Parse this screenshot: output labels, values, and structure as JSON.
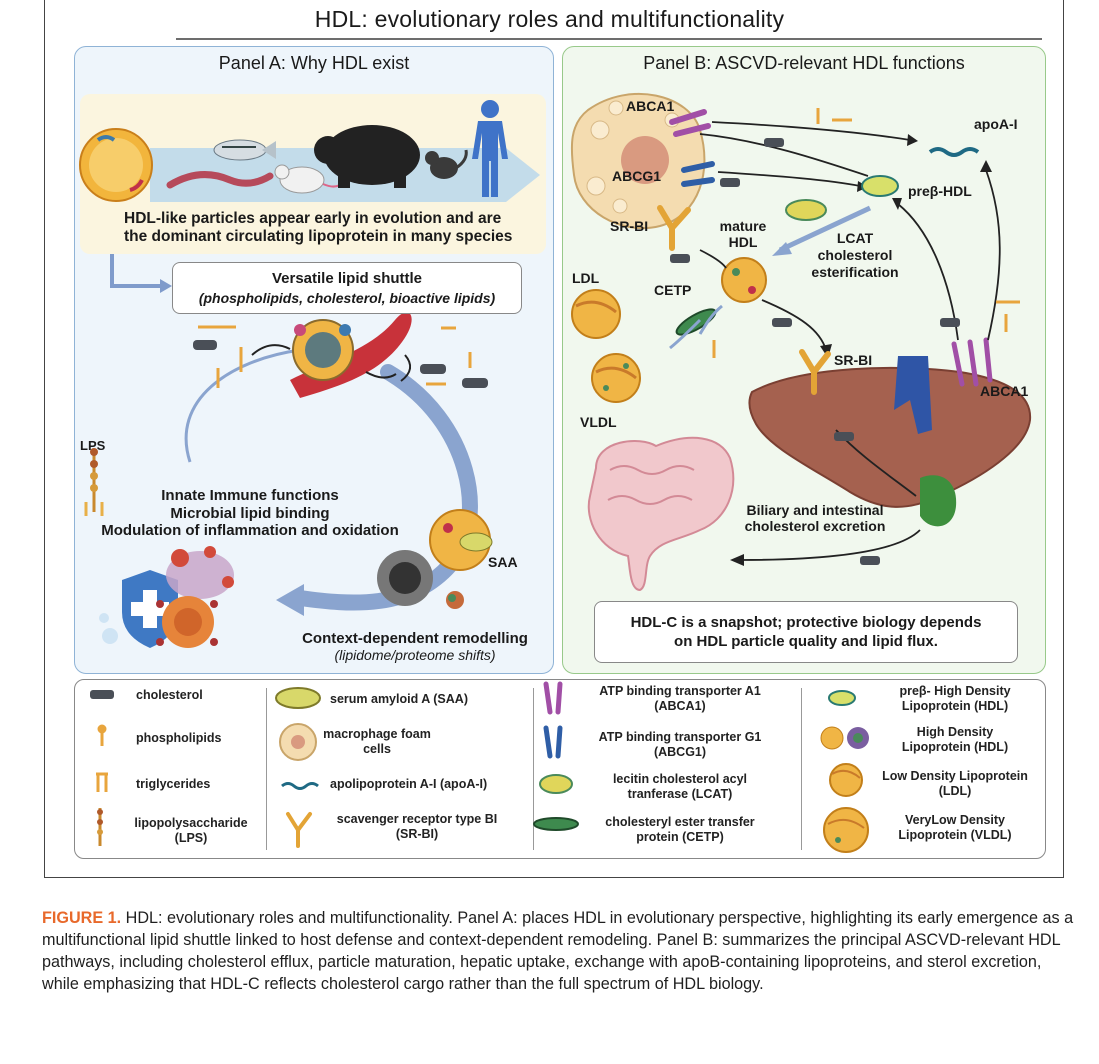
{
  "title": "HDL: evolutionary roles and multifunctionality",
  "panel_a": {
    "title": "Panel A: Why HDL exist",
    "banner_text_1": "HDL-like particles appear early in evolution and are",
    "banner_text_2": "the dominant circulating lipoprotein in many species",
    "shuttle_title": "Versatile lipid shuttle",
    "shuttle_sub": "(phospholipids, cholesterol, bioactive lipids)",
    "lps_label": "LPS",
    "immune_1": "Innate Immune functions",
    "immune_2": "Microbial lipid binding",
    "immune_3": "Modulation of inflammation and oxidation",
    "saa_label": "SAA",
    "remodel_title": "Context-dependent remodelling",
    "remodel_sub": "(lipidome/proteome shifts)"
  },
  "panel_b": {
    "title": "Panel B: ASCVD-relevant HDL functions",
    "abca1_top": "ABCA1",
    "abcg1": "ABCG1",
    "srbi_left": "SR-BI",
    "apoa1": "apoA-I",
    "prebeta": "preβ-HDL",
    "mature_1": "mature",
    "mature_2": "HDL",
    "lcat_1": "LCAT",
    "lcat_2": "cholesterol",
    "lcat_3": "esterification",
    "ldl": "LDL",
    "cetp": "CETP",
    "vldl": "VLDL",
    "srbi_liver": "SR-BI",
    "abca1_liver": "ABCA1",
    "biliary_1": "Biliary and intestinal",
    "biliary_2": "cholesterol excretion",
    "snapshot_1": "HDL-C is a snapshot; protective biology depends",
    "snapshot_2": "on HDL particle quality and lipid flux."
  },
  "legend": {
    "col1": [
      {
        "icon": "cholesterol-icon",
        "label": "cholesterol"
      },
      {
        "icon": "phospholipid-icon",
        "label": "phospholipids"
      },
      {
        "icon": "triglyceride-icon",
        "label": "triglycerides"
      },
      {
        "icon": "lps-icon",
        "label_1": "lipopolysaccharide",
        "label_2": "(LPS)"
      }
    ],
    "col2": [
      {
        "icon": "saa-icon",
        "label": "serum amyloid A (SAA)"
      },
      {
        "icon": "foam-cell-icon",
        "label_1": "macrophage foam",
        "label_2": "cells"
      },
      {
        "icon": "apoa1-icon",
        "label": "apolipoprotein A-I (apoA-I)"
      },
      {
        "icon": "srbi-icon",
        "label_1": "scavenger receptor type BI",
        "label_2": "(SR-BI)"
      }
    ],
    "col3": [
      {
        "icon": "abca1-icon",
        "label_1": "ATP binding transporter A1",
        "label_2": "(ABCA1)"
      },
      {
        "icon": "abcg1-icon",
        "label_1": "ATP binding transporter G1",
        "label_2": "(ABCG1)"
      },
      {
        "icon": "lcat-icon",
        "label_1": "lecitin cholesterol acyl",
        "label_2": "tranferase (LCAT)"
      },
      {
        "icon": "cetp-icon",
        "label_1": "cholesteryl ester transfer",
        "label_2": "protein (CETP)"
      }
    ],
    "col4": [
      {
        "icon": "prebeta-hdl-icon",
        "label_1": "preβ- High Density",
        "label_2": "Lipoprotein (HDL)"
      },
      {
        "icon": "hdl-icon",
        "label_1": "High Density",
        "label_2": "Lipoprotein (HDL)"
      },
      {
        "icon": "ldl-icon",
        "label_1": "Low Density Lipoprotein",
        "label_2": "(LDL)"
      },
      {
        "icon": "vldl-icon",
        "label_1": "VeryLow Density",
        "label_2": "Lipoprotein (VLDL)"
      }
    ]
  },
  "caption": {
    "label": "FIGURE 1.",
    "text": " HDL: evolutionary roles and multifunctionality. Panel A: places HDL in evolutionary perspective, highlighting its early emergence as a multifunctional lipid shuttle linked to host defense and context-dependent remodeling. Panel B: summarizes the principal ASCVD-relevant HDL pathways, including cholesterol efflux, particle maturation, hepatic uptake, exchange with apoB-containing lipoproteins, and sterol excretion, while emphasizing that HDL-C reflects cholesterol cargo rather than the full spectrum of HDL biology."
  },
  "colors": {
    "panel_a_bg": "#eef5fb",
    "panel_b_bg": "#f1f8ee",
    "arrow_blue": "#8aa4cf",
    "liver": "#a5614f",
    "caption_label": "#e8692b"
  }
}
